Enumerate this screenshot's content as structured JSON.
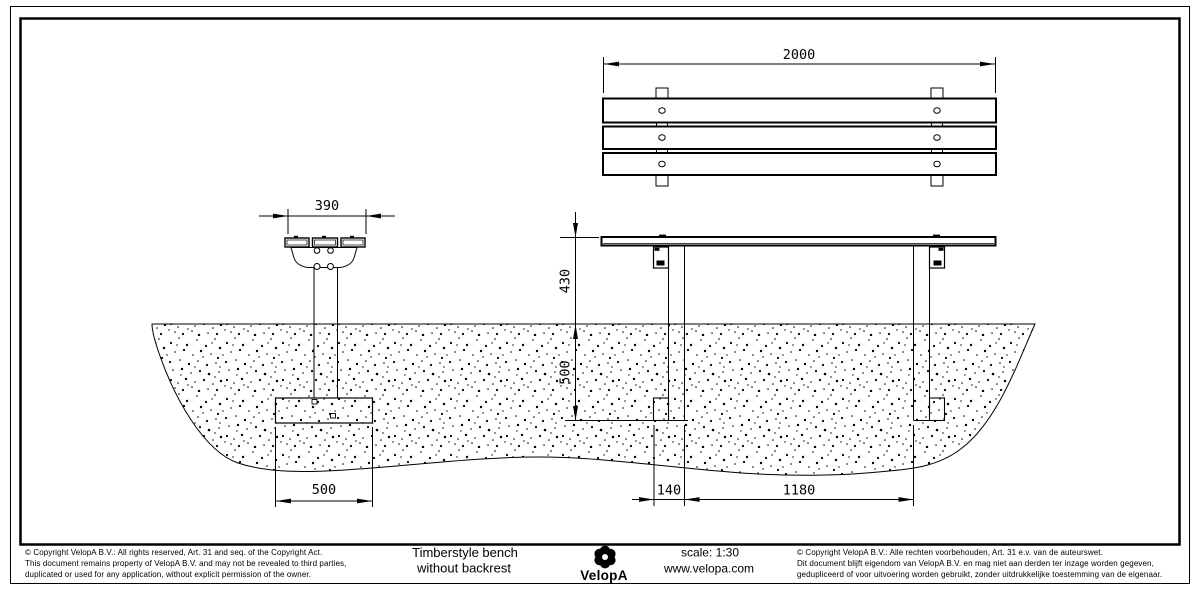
{
  "title_block": {
    "product_name_line1": "Timberstyle bench",
    "product_name_line2": "without backrest",
    "scale_label": "scale: 1:30",
    "website": "www.velopa.com",
    "logo_text": "VelopA",
    "logo_icon": "velopa-flower-icon",
    "copyright_en": [
      "© Copyright VelopA B.V.: All rights reserved, Art. 31 and seq. of the Copyright Act.",
      "This document remains property of VelopA B.V. and may not be revealed to third parties,",
      "duplicated or used for any application, without explicit permission of the owner."
    ],
    "copyright_nl": [
      "© Copyright VelopA B.V.: Alle rechten voorbehouden, Art. 31 e.v. van de auteurswet.",
      "Dit document blijft eigendom van VelopA B.V. en mag niet aan derden ter inzage worden gegeven,",
      "gedupliceerd of voor uitvoering worden gebruikt, zonder uitdrukkelijke toestemming van de eigenaar."
    ]
  },
  "dimensions": {
    "bench_length": "2000",
    "seat_depth": "390",
    "seat_height": "430",
    "foundation_depth": "500",
    "footing_width": "500",
    "leg_foot_width": "140",
    "leg_spacing": "1180"
  },
  "colors": {
    "line": "#000000",
    "background": "#ffffff"
  }
}
